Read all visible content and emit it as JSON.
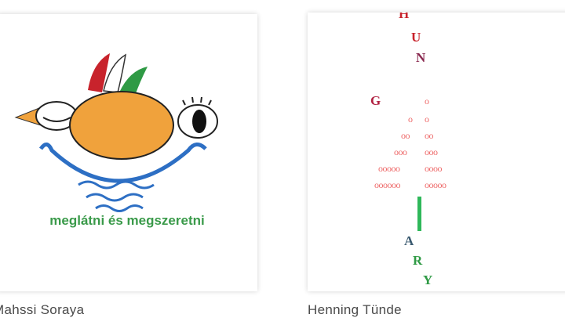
{
  "cards": [
    {
      "artist": "Mahssi Soraya",
      "image_text": "meglátni és megszeretni"
    },
    {
      "artist": "Henning Tünde",
      "image_letters": [
        "H",
        "U",
        "N",
        "G",
        "A",
        "R",
        "Y"
      ],
      "ornament_rows": [
        [
          "o"
        ],
        [
          "o",
          "o"
        ],
        [
          "oo",
          "oo"
        ],
        [
          "ooo",
          "ooo"
        ],
        [
          "ooooo",
          "oooo"
        ],
        [
          "oooooo",
          "ooooo"
        ]
      ]
    }
  ],
  "colors": {
    "red": "#c8232c",
    "green": "#2f9a45",
    "orange": "#f0a23c",
    "blue": "#2d6fc4"
  }
}
